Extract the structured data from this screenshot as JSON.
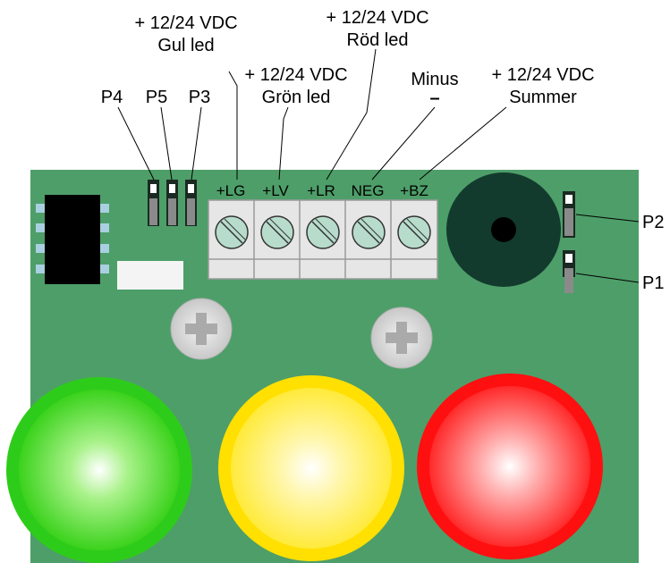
{
  "annotations": {
    "gul_supply": "+ 12/24 VDC",
    "gul_name": "Gul led",
    "rod_supply": "+ 12/24 VDC",
    "rod_name": "Röd led",
    "gron_supply": "+ 12/24 VDC",
    "gron_name": "Grön led",
    "minus_label": "Minus",
    "minus_symbol": "–",
    "summer_supply": "+ 12/24 VDC",
    "summer_name": "Summer",
    "p4": "P4",
    "p5": "P5",
    "p3": "P3",
    "p2": "P2",
    "p1": "P1"
  },
  "terminals": [
    "+LG",
    "+LV",
    "+LR",
    "NEG",
    "+BZ"
  ],
  "colors": {
    "board": "#4e9e69",
    "led_green": "#2ecc1a",
    "led_yellow": "#ffe000",
    "led_red": "#ff1010",
    "buzzer": "#123b2e",
    "terminal_screw": "#b7dccc"
  }
}
